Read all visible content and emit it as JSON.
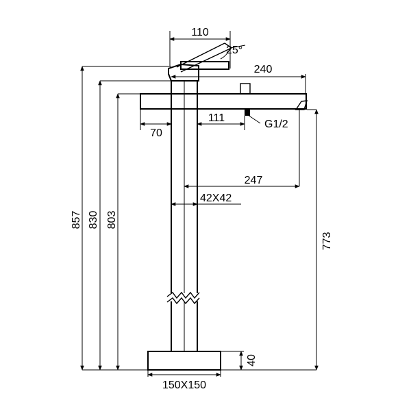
{
  "dimensions": {
    "lever_width": "110",
    "lever_angle": "25°",
    "spout_length": "240",
    "spout_offset_left": "70",
    "inlet_offset": "111",
    "inlet_thread": "G1/2",
    "spout_reach": "247",
    "column_section": "42X42",
    "total_height": "857",
    "height_to_lever": "830",
    "height_to_spout_top": "803",
    "outlet_height": "773",
    "base_height": "40",
    "base_size": "150X150"
  }
}
